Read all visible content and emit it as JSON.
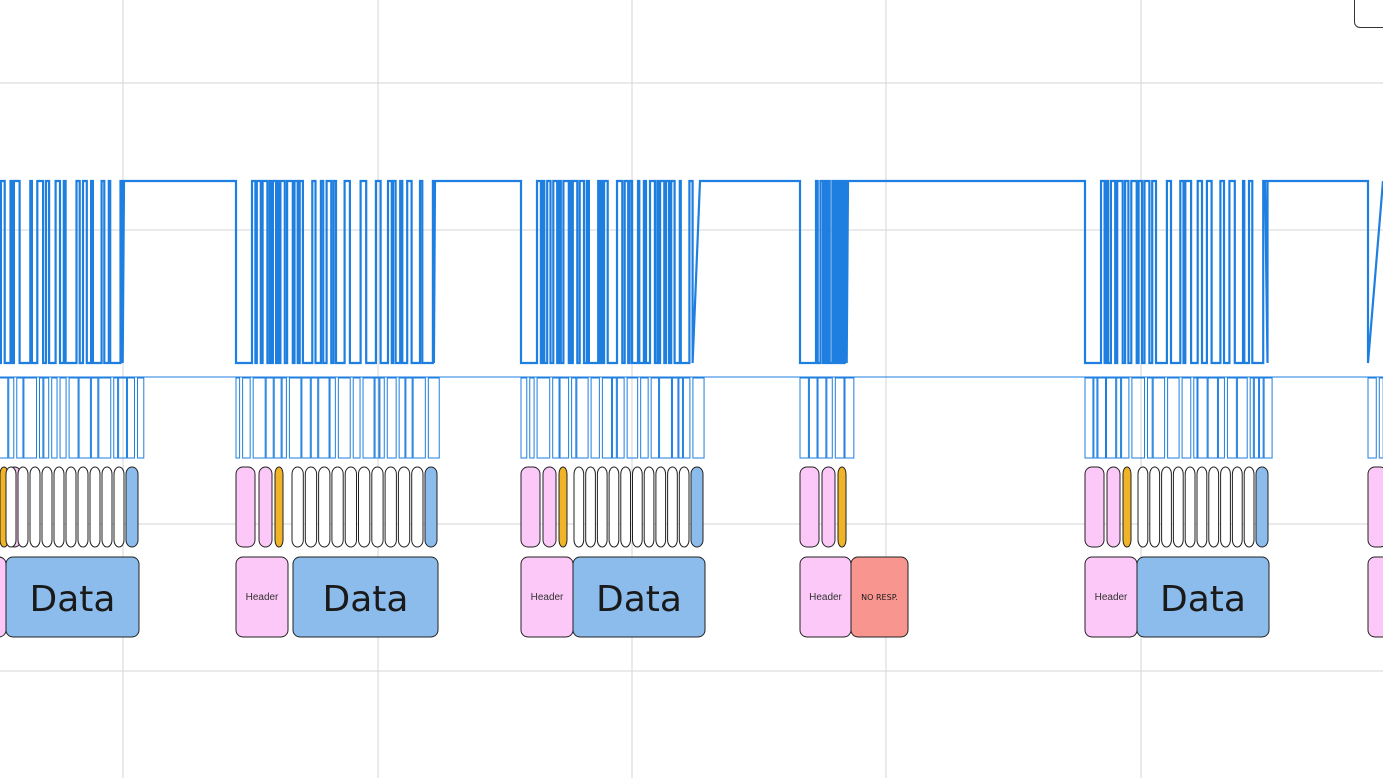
{
  "view": {
    "background": "#ffffff",
    "grid_color": "#d6d6d6",
    "signal_color": "#1e7fe0",
    "baseline_color": "#1e7fe0"
  },
  "colors": {
    "header": "#fbc8f8",
    "address": "#fbc8f8",
    "ack": "#f0b429",
    "data_byte": "#ffffff",
    "final_bit": "#8cbcec",
    "data_frame": "#8cbcec",
    "no_response": "#f8958f",
    "outline": "#222222"
  },
  "labels": {
    "header": "Header",
    "data": "Data",
    "no_resp": "NO RESP."
  },
  "packets": [
    {
      "id": "packet-1",
      "header_label": "",
      "payload": "data",
      "payload_label": "Data"
    },
    {
      "id": "packet-2",
      "header_label": "Header",
      "payload": "data",
      "payload_label": "Data"
    },
    {
      "id": "packet-3",
      "header_label": "Header",
      "payload": "data",
      "payload_label": "Data"
    },
    {
      "id": "packet-4",
      "header_label": "Header",
      "payload": "no_resp",
      "payload_label": "NO RESP."
    },
    {
      "id": "packet-5",
      "header_label": "Header",
      "payload": "data",
      "payload_label": "Data"
    },
    {
      "id": "packet-6",
      "header_label": "",
      "payload": "clipped",
      "payload_label": ""
    }
  ]
}
